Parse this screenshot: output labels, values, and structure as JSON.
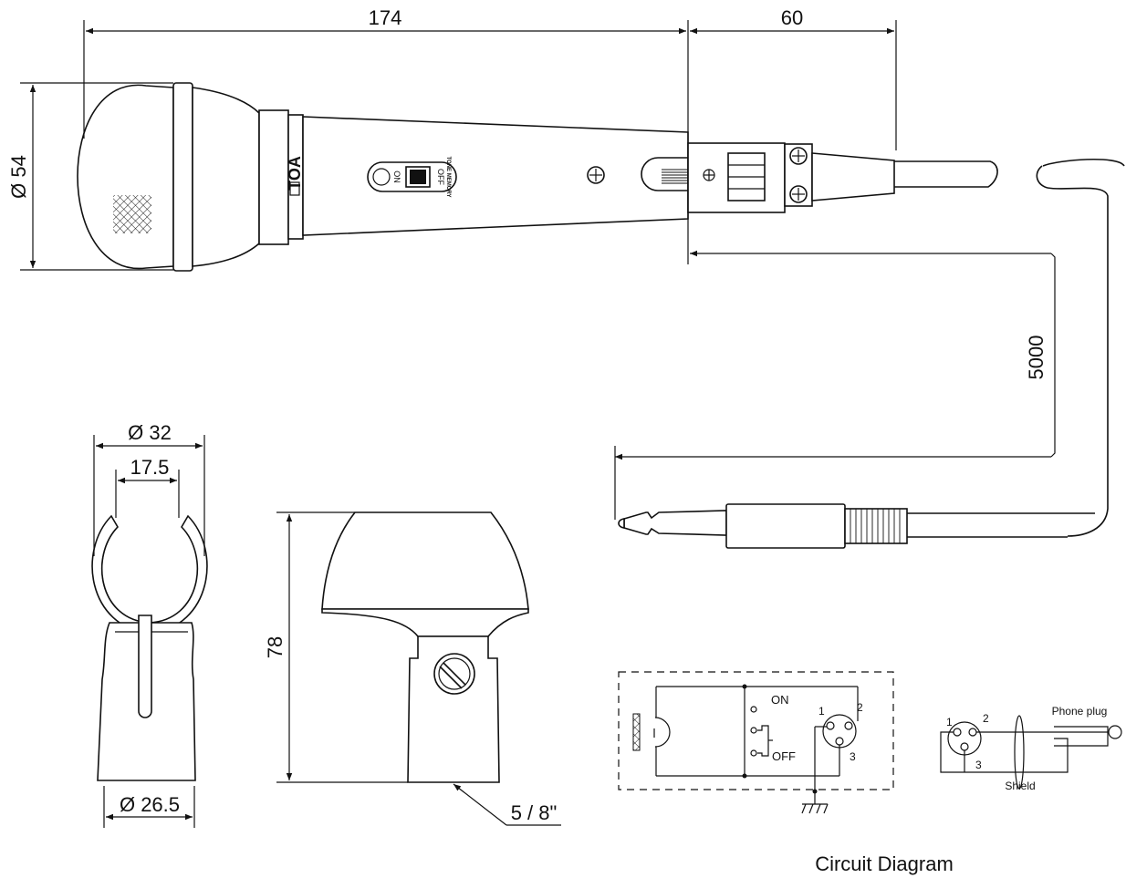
{
  "dimensions": {
    "mic_length": "174",
    "connector_length": "60",
    "head_diameter": "Ø 54",
    "cable_length": "5000",
    "holder_outer_diameter": "Ø 32",
    "holder_inner_width": "17.5",
    "holder_base_diameter": "Ø 26.5",
    "holder_height": "78",
    "thread_size": "5 / 8\""
  },
  "mic_labels": {
    "brand": "TOA",
    "switch_on": "ON",
    "switch_off": "OFF",
    "switch_note": "TONE MEMORY"
  },
  "circuit": {
    "title": "Circuit Diagram",
    "switch_on": "ON",
    "switch_off": "OFF",
    "pin1": "1",
    "pin2": "2",
    "pin3": "3",
    "plug_pin1": "1",
    "plug_pin2": "2",
    "plug_pin3": "3",
    "phone_plug": "Phone plug",
    "shield": "Shield"
  }
}
